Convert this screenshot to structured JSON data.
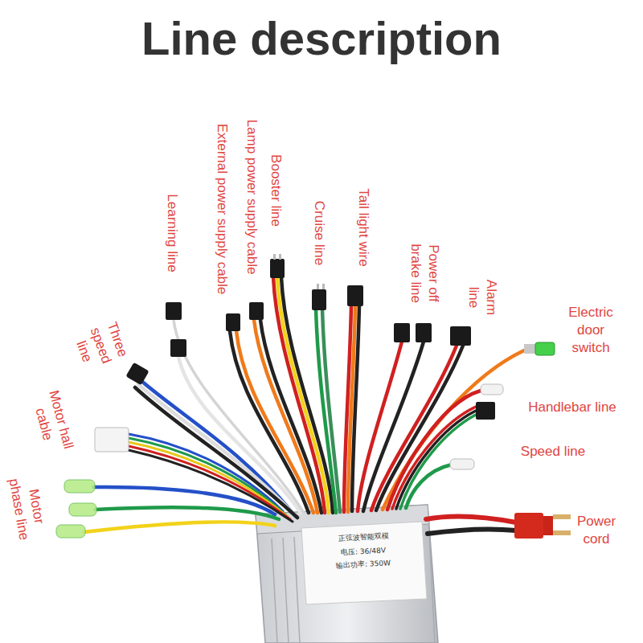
{
  "diagram": {
    "title": "Line description",
    "labels": [
      "Learning line",
      "External power supply cable",
      "Lamp power supply cable",
      "Booster line",
      "Cruise line",
      "Tail light wire",
      "Power off brake line",
      "Alarm line",
      "Three speed line",
      "Electric door switch",
      "Handlebar line",
      "Motor hall cable",
      "Speed line",
      "Motor phase line",
      "Power cord",
      "正弦波智能双模",
      "电压: 36/48V",
      "输出功率: 350W"
    ]
  }
}
